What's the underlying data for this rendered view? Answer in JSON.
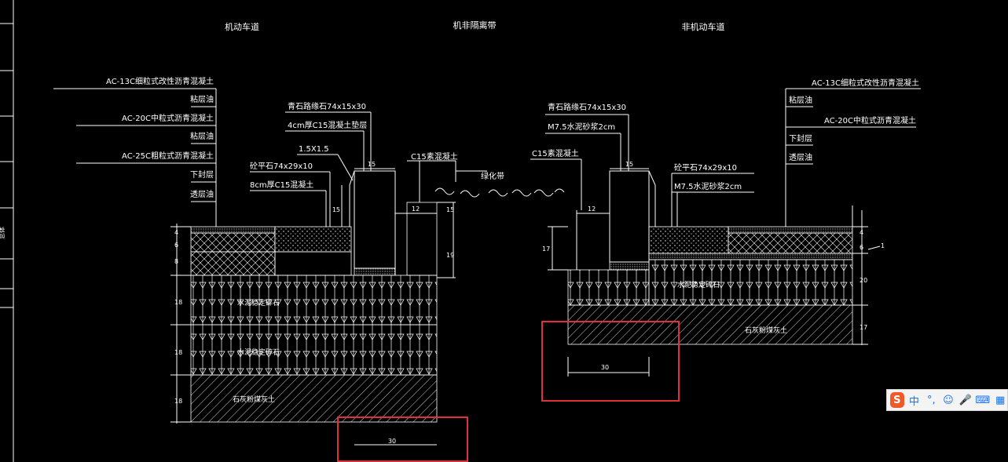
{
  "headers": {
    "left": "机动车道",
    "center": "机非隔离带",
    "right": "非机动车道"
  },
  "left_layers": [
    "AC-13C细粒式改性沥青混凝土",
    "粘层油",
    "AC-20C中粒式沥青混凝土",
    "粘层油",
    "AC-25C粗粒式沥青混凝土",
    "下封层",
    "透层油"
  ],
  "left_curb": [
    "青石路缘石74x15x30",
    "4cm厚C15混凝土垫层",
    "1.5X1.5",
    "砼平石74x29x10",
    "8cm厚C15混凝土"
  ],
  "median": {
    "c15": "C15素混凝土",
    "greenbelt": "绿化带"
  },
  "right_curb": [
    "青石路缘石74x15x30",
    "M7.5水泥砂浆2cm",
    "C15素混凝土",
    "砼平石74x29x10",
    "M7.5水泥砂浆2cm"
  ],
  "right_layers": [
    "AC-13C细粒式改性沥青混凝土",
    "粘层油",
    "AC-20C中粒式沥青混凝土",
    "下封层",
    "透层油"
  ],
  "base_labels": {
    "cement_stone": "水泥稳定碎石",
    "lime_soil": "石灰粉煤灰土"
  },
  "dimensions": {
    "curb_width": "15",
    "curb_height": "15",
    "offset": "12",
    "curb_depth_left": "19",
    "curb_depth_right": "17",
    "base_right_1": "20",
    "base_right_2": "17",
    "base_left_1": "18",
    "base_left_2": "18",
    "base_left_3": "18",
    "width_30": "30",
    "small_4": "4",
    "small_6": "6",
    "small_8": "8",
    "small_1": "1",
    "side_note": "总体"
  },
  "ime": {
    "logo": "S",
    "lang": "中",
    "punct": "°,"
  },
  "colors": {
    "background": "#000000",
    "line": "#ffffff",
    "highlight": "#e0303a"
  }
}
